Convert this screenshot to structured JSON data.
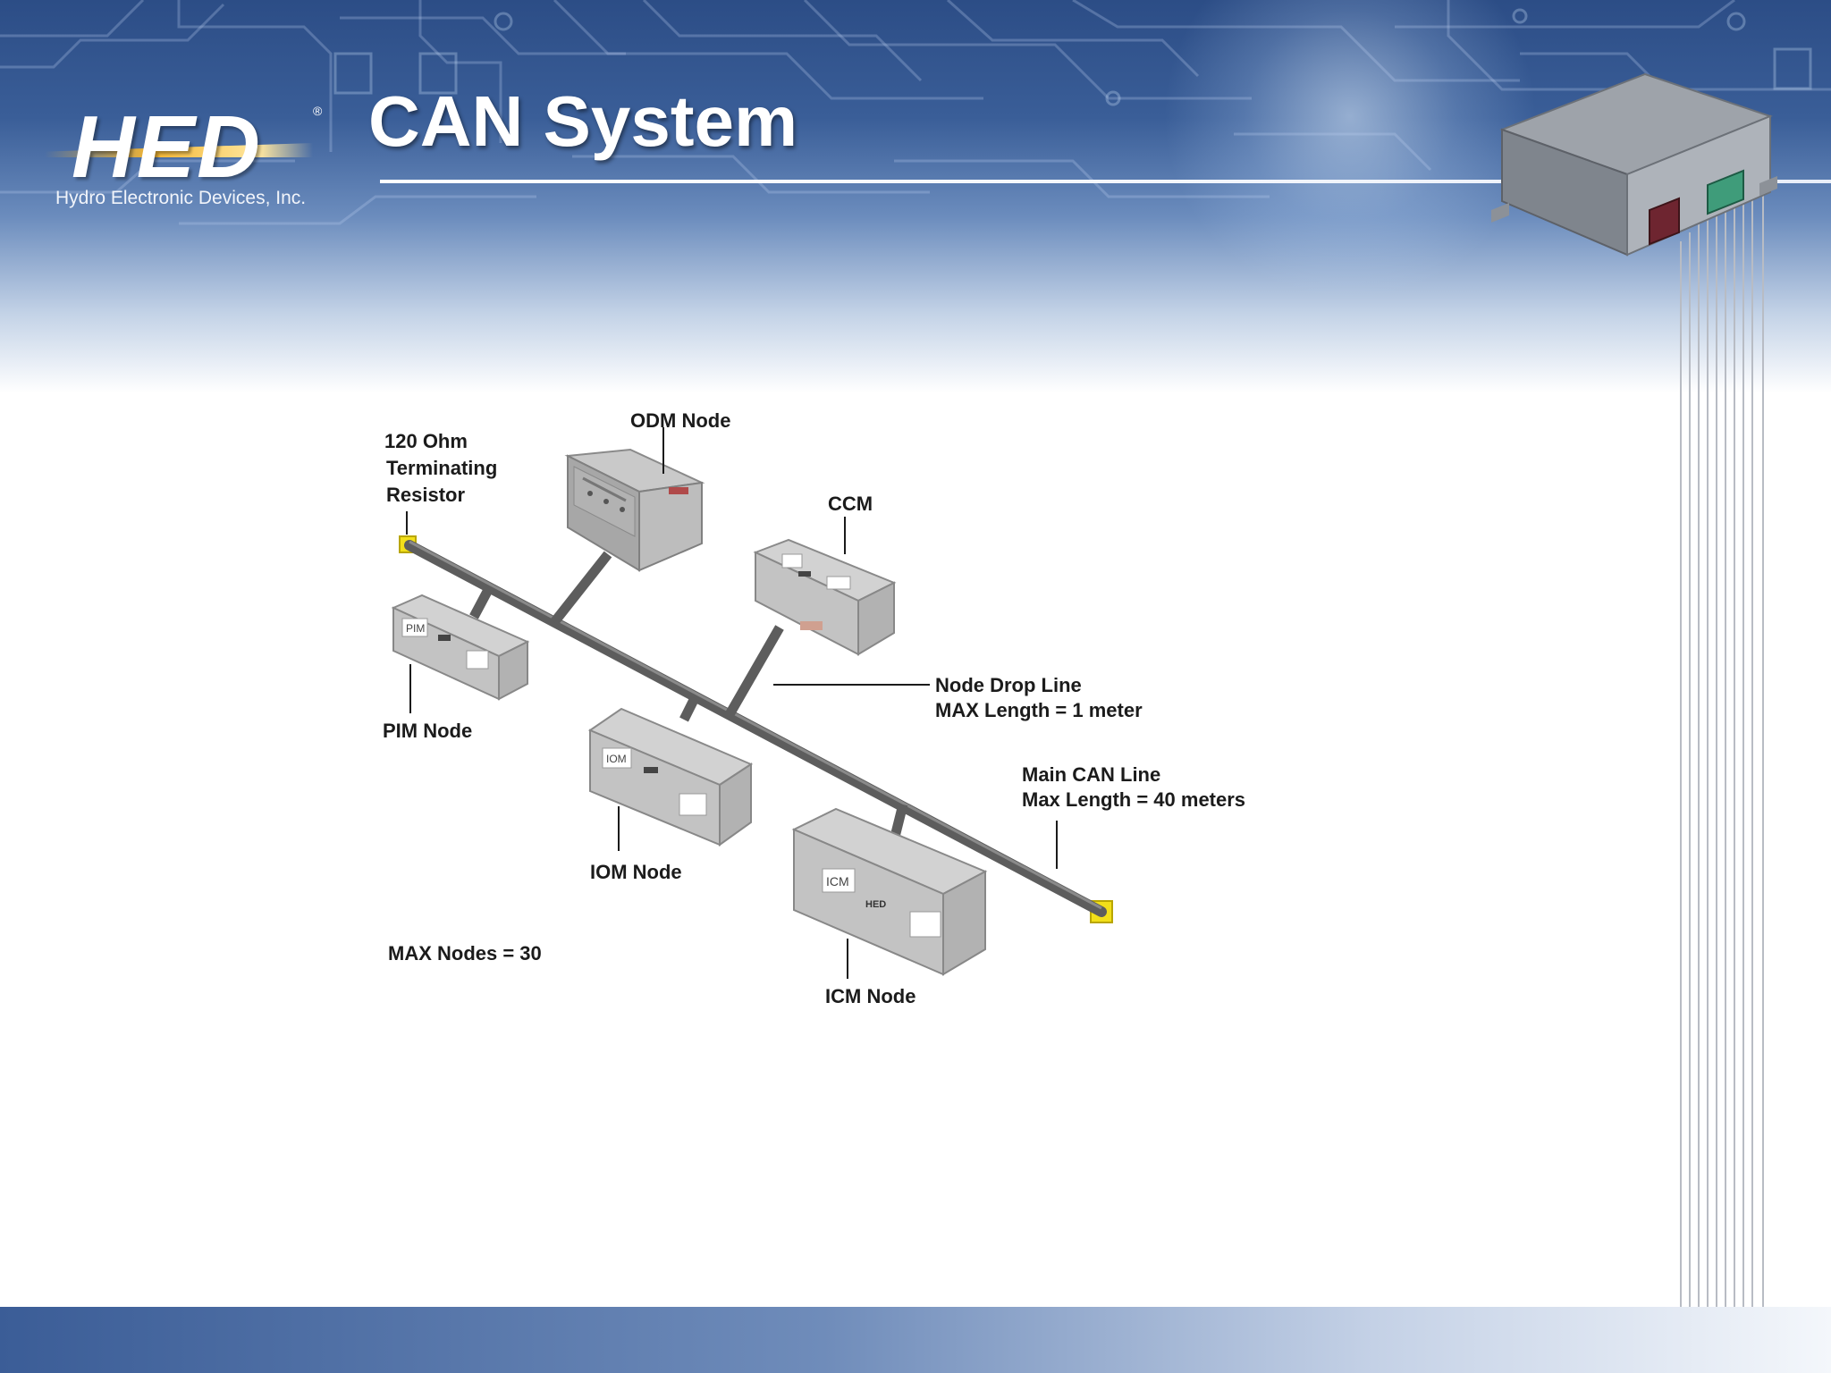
{
  "header": {
    "logo": {
      "brand": "HED",
      "registered": "®",
      "company": "Hydro Electronic Devices, Inc."
    },
    "title": "CAN System"
  },
  "diagram": {
    "nodes": [
      {
        "label": "ODM  Node"
      },
      {
        "label": "CCM"
      },
      {
        "label": "PIM Node"
      },
      {
        "label": "IOM  Node"
      },
      {
        "label": "ICM Node"
      }
    ],
    "terminator": {
      "lines": [
        "120  Ohm",
        "Terminating",
        "Resistor"
      ]
    },
    "drop_line": {
      "lines": [
        "Node Drop Line",
        "MAX Length = 1 meter"
      ]
    },
    "main_line": {
      "lines": [
        "Main CAN Line",
        "Max Length = 40 meters"
      ]
    },
    "max_nodes": "MAX Nodes = 30",
    "module_tags": {
      "pim": "PIM",
      "iom": "IOM",
      "icm": "ICM",
      "brand": "HED"
    }
  },
  "colors": {
    "header_blue": "#2c4d86",
    "cable": "#6a6a6a",
    "module_gray": "#c4c4c4",
    "terminator_yellow": "#f2df1a",
    "logo_streak": "#f4b632"
  }
}
